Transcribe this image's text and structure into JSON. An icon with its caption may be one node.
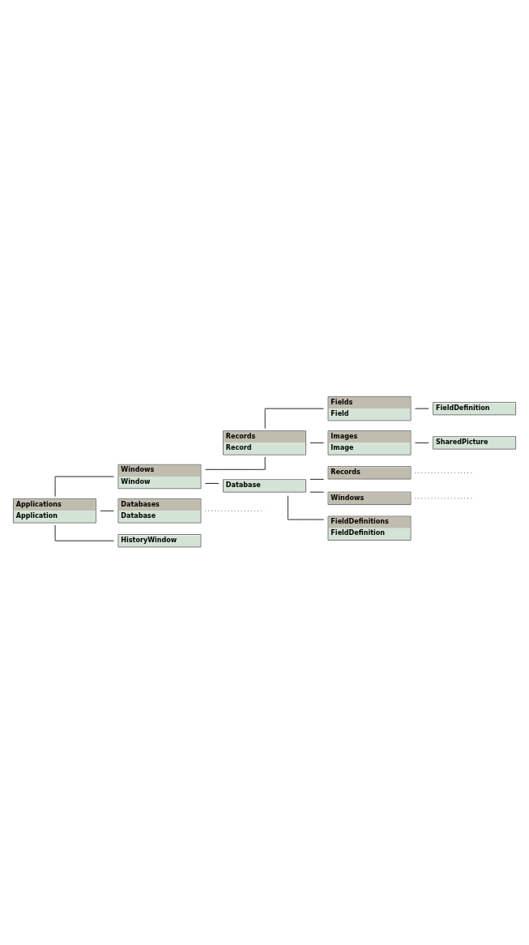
{
  "diagram": {
    "nodes": [
      {
        "text": [
          "Applications",
          "Application"
        ]
      },
      {
        "text": [
          "Windows",
          "Window"
        ]
      },
      {
        "text": [
          "Records",
          "Record"
        ]
      },
      {
        "text": [
          "Fields",
          "Field"
        ]
      },
      {
        "text": [
          "FieldDefinition"
        ]
      },
      {
        "text": [
          "Images",
          "Image"
        ]
      },
      {
        "text": [
          "SharedPicture"
        ]
      },
      {
        "text": [
          "Database"
        ]
      },
      {
        "text": [
          "Records"
        ]
      },
      {
        "text": [
          "Windows"
        ]
      },
      {
        "text": [
          "FieldDefinitions",
          "FieldDefinition"
        ]
      },
      {
        "text": [
          "Databases",
          "Database"
        ]
      },
      {
        "text": [
          "HistoryWindow"
        ]
      }
    ],
    "edges": [
      {
        "from": 0,
        "to": 1,
        "arrow": "none"
      },
      {
        "from": 1,
        "to": 2,
        "arrow": "none"
      },
      {
        "from": 2,
        "to": 3,
        "arrow": "none"
      },
      {
        "from": 3,
        "to": 4,
        "arrow": "none"
      },
      {
        "from": 2,
        "to": 5,
        "arrow": "none"
      },
      {
        "from": 5,
        "to": 6,
        "arrow": "none"
      },
      {
        "from": 1,
        "to": 7,
        "arrow": "none"
      },
      {
        "from": 7,
        "to": 8,
        "arrow": "none"
      },
      {
        "from": 8,
        "to": null,
        "arrow": "none",
        "style": "dashed"
      },
      {
        "from": 7,
        "to": 9,
        "arrow": "none"
      },
      {
        "from": 9,
        "to": null,
        "arrow": "none",
        "style": "dashed"
      },
      {
        "from": 7,
        "to": 10,
        "arrow": "none"
      },
      {
        "from": 0,
        "to": 11,
        "arrow": "none"
      },
      {
        "from": 11,
        "to": null,
        "arrow": "none",
        "style": "dashed"
      },
      {
        "from": 0,
        "to": 12,
        "arrow": "none"
      }
    ]
  }
}
